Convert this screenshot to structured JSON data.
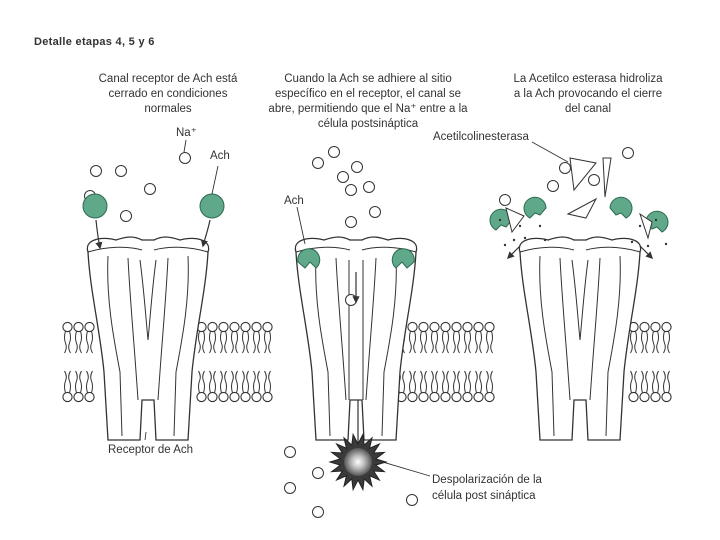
{
  "title": "Detalle  etapas 4, 5 y 6",
  "panels": [
    {
      "caption_lines": [
        "Canal receptor de Ach está",
        "cerrado en condiciones",
        "normales"
      ],
      "labels": {
        "sodium": "Na⁺",
        "ach": "Ach",
        "receptor": "Receptor de Ach"
      }
    },
    {
      "caption_lines": [
        "Cuando la Ach se adhiere al sitio",
        "específico en el receptor, el canal se",
        "abre, permitiendo que el Na⁺ entre a la",
        "célula postsináptica"
      ],
      "labels": {
        "ach": "Ach",
        "depolarization_lines": [
          "Despolarización de la",
          "célula post sináptica"
        ]
      }
    },
    {
      "caption_lines": [
        "La Acetilco esterasa hidroliza",
        "a la Ach provocando el cierre",
        "del canal"
      ],
      "labels": {
        "enzyme": "Acetilcolinesterasa"
      }
    }
  ],
  "colors": {
    "ach_fill": "#5fa88a",
    "ach_stroke": "#2e6b52",
    "line": "#333333"
  }
}
